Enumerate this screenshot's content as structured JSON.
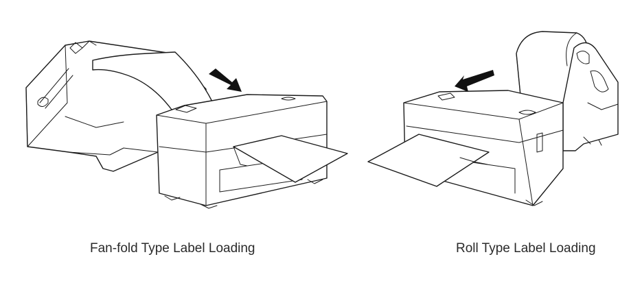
{
  "captions": {
    "fanfold": "Fan-fold Type Label Loading",
    "roll": "Roll Type Label Loading"
  },
  "illustrations": {
    "fanfold": "fan-fold-printer-drawing",
    "roll": "roll-printer-drawing"
  },
  "colors": {
    "line": "#1a1a1a",
    "arrow": "#111111",
    "caption": "#2a2a2a",
    "background": "#ffffff"
  }
}
